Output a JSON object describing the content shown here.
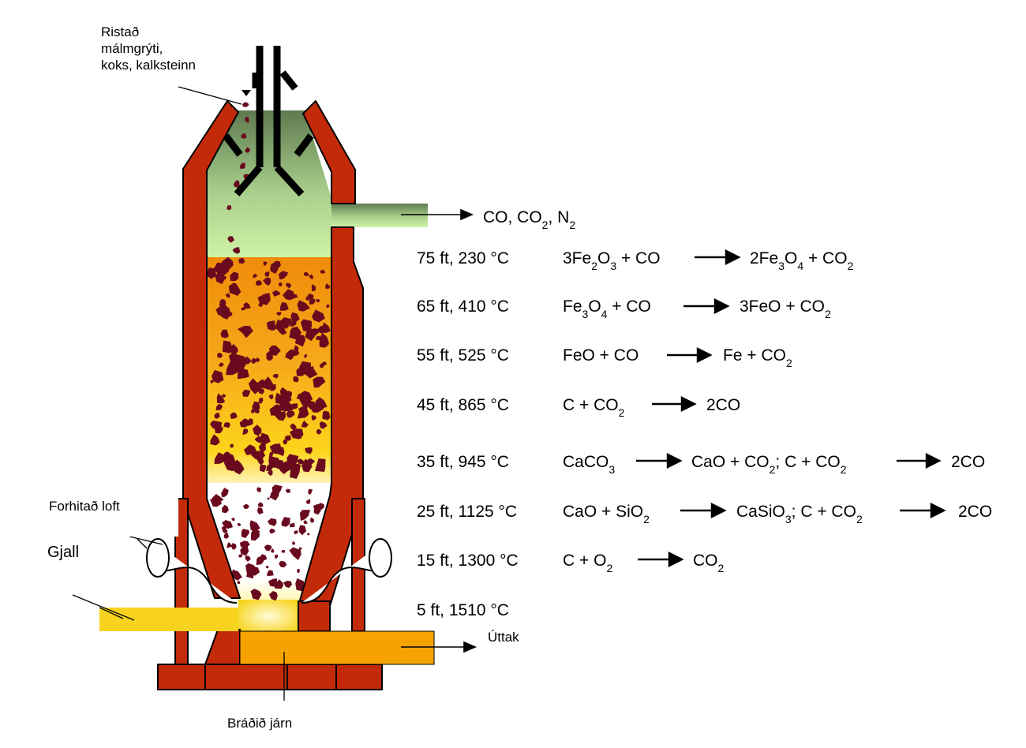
{
  "labels": {
    "feed_line1": "Ristað",
    "feed_line2": "málmgrýti,",
    "feed_line3": "koks, kalksteinn",
    "preheated_air": "Forhitað loft",
    "slag": "Gjall",
    "outlet": "Úttak",
    "molten_iron": "Bráðið járn"
  },
  "gas_out": {
    "main": "CO, CO",
    "s1": "2",
    "mid": ", N",
    "s2": "2"
  },
  "zones": [
    {
      "depth": "75 ft, 230 °C"
    },
    {
      "depth": "65 ft, 410 °C"
    },
    {
      "depth": "55 ft, 525 °C"
    },
    {
      "depth": "45 ft, 865 °C"
    },
    {
      "depth": "35 ft, 945 °C"
    },
    {
      "depth": "25 ft, 1125 °C"
    },
    {
      "depth": "15 ft, 1300 °C"
    },
    {
      "depth": "5 ft, 1510 °C"
    }
  ],
  "reactions": {
    "r75": {
      "a1": "3Fe",
      "a2": "2",
      "a3": "O",
      "a4": "3",
      "a5": " + CO",
      "b1": "2Fe",
      "b2": "3",
      "b3": "O",
      "b4": "4",
      "b5": " + CO",
      "b6": "2"
    },
    "r65": {
      "a1": "Fe",
      "a2": "3",
      "a3": "O",
      "a4": "4",
      "a5": " + CO",
      "b1": "3FeO + CO",
      "b2": "2"
    },
    "r55": {
      "a1": "FeO + CO",
      "b1": "Fe + CO",
      "b2": "2"
    },
    "r45": {
      "a1": "C + CO",
      "a2": "2",
      "b1": "2CO"
    },
    "r35": {
      "a1": "CaCO",
      "a2": "3",
      "b1": "CaO + CO",
      "b2": "2",
      "b3": "; C + CO",
      "b4": "2",
      "c1": "2CO"
    },
    "r25": {
      "a1": "CaO + SiO",
      "a2": "2",
      "b1": "CaSiO",
      "b2": "3",
      "b3": "; C + CO",
      "b4": "2",
      "c1": "2CO"
    },
    "r15": {
      "a1": "C + O",
      "a2": "2",
      "b1": "CO",
      "b2": "2"
    }
  },
  "colors": {
    "brick": "#c22a0a",
    "gas_top": "#5e7a4f",
    "gas_bottom": "#c8f0a0",
    "burden": "#f49a10",
    "slag_yellow": "#f7d21e",
    "iron_orange": "#f6a200",
    "ore_particles": "#6a0a1e"
  }
}
